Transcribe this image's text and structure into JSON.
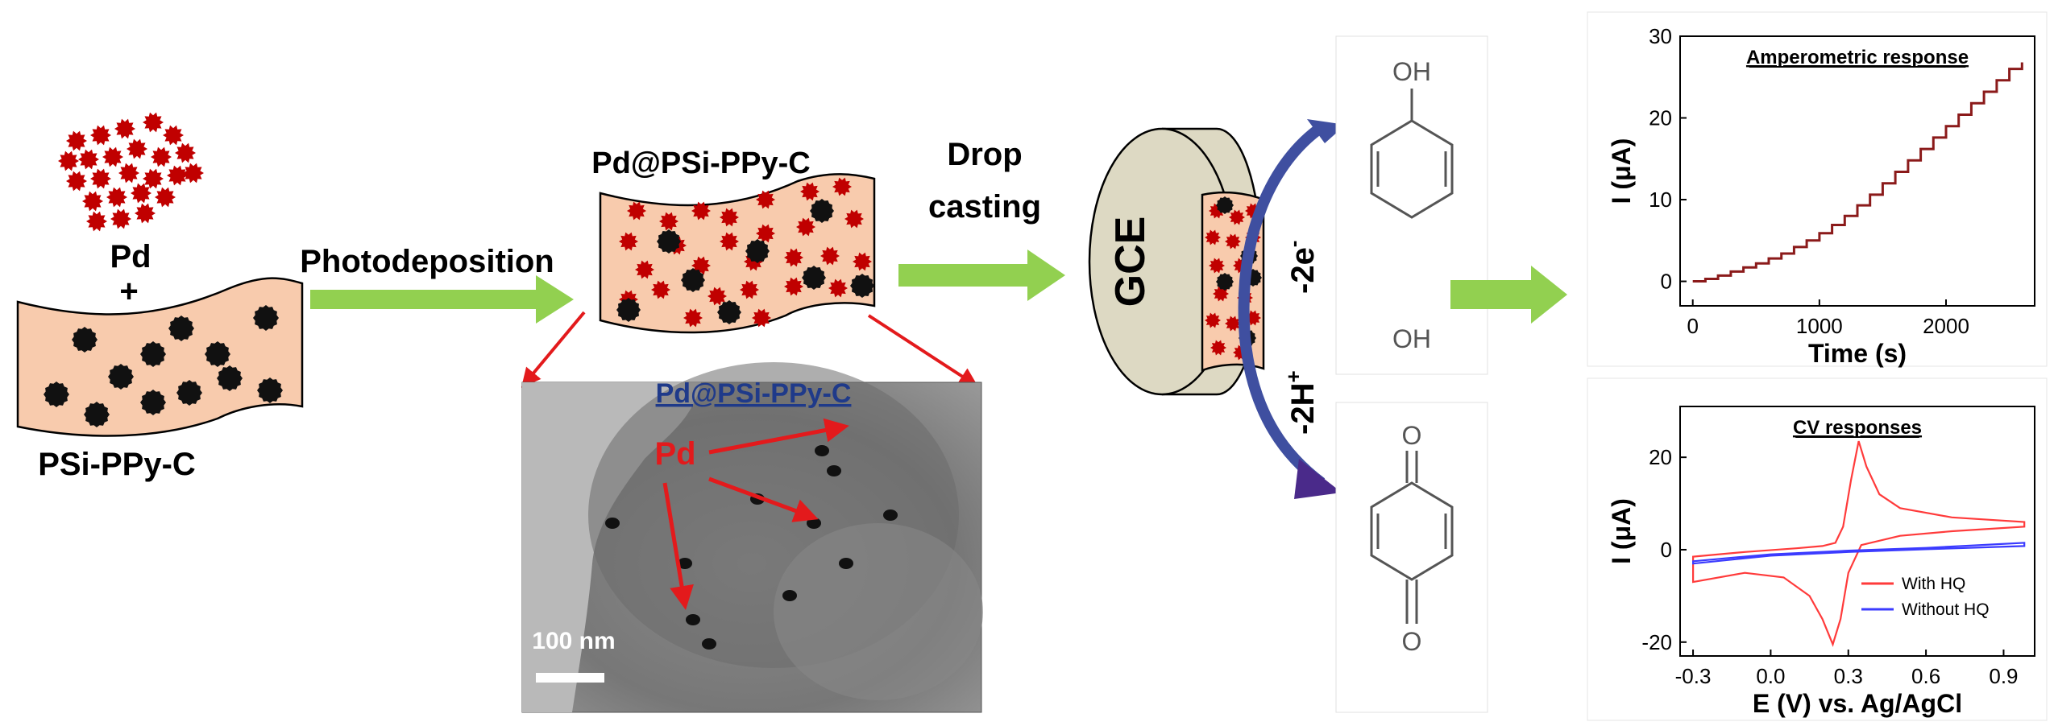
{
  "labels": {
    "pd": "Pd",
    "plus": "+",
    "psi": "PSi-PPy-C",
    "photodeposition": "Photodeposition",
    "pd_psi": "Pd@PSi-PPy-C",
    "drop": "Drop",
    "casting": "casting",
    "gce": "GCE",
    "minus_2e": "-2e",
    "e_sup": "-",
    "minus_2h": "-2H",
    "h_sup": "+",
    "oh_top": "OH",
    "oh_bottom": "OH",
    "o_top": "O",
    "o_bottom": "O"
  },
  "tem": {
    "title": "Pd@PSi-PPy-C",
    "pd_label": "Pd",
    "scale": "100 nm"
  },
  "colors": {
    "arrow_green": "#92d050",
    "pointer_red": "#e31a1c",
    "particle_red": "#c00000",
    "sheet_fill": "#f8cbad",
    "electrode": "#ddd9c3",
    "curve_dark_red": "#8b1a1a",
    "cv_red": "#ff3b3b",
    "cv_blue": "#3b3bff",
    "reaction_arrow": "#3f4fa0"
  },
  "chart_data": [
    {
      "type": "line",
      "title": "Amperometric response",
      "xlabel": "Time (s)",
      "ylabel": "I (μA)",
      "xlim": [
        -100,
        2700
      ],
      "ylim": [
        -3,
        30
      ],
      "xticks": [
        0,
        1000,
        2000
      ],
      "yticks": [
        0,
        10,
        20,
        30
      ],
      "series": [
        {
          "x": [
            0,
            100,
            200,
            300,
            400,
            500,
            600,
            700,
            800,
            900,
            1000,
            1100,
            1200,
            1300,
            1400,
            1500,
            1600,
            1700,
            1800,
            1900,
            2000,
            2100,
            2200,
            2300,
            2400,
            2500,
            2600
          ],
          "y": [
            0,
            0.3,
            0.7,
            1.2,
            1.7,
            2.2,
            2.8,
            3.4,
            4.2,
            5.0,
            5.9,
            6.9,
            8.0,
            9.3,
            10.6,
            12.0,
            13.4,
            14.8,
            16.2,
            17.6,
            19.0,
            20.4,
            21.8,
            23.2,
            24.6,
            26.0,
            26.8
          ]
        }
      ]
    },
    {
      "type": "line",
      "title": "CV responses",
      "xlabel": "E (V) vs. Ag/AgCl",
      "ylabel": "I (μA)",
      "xlim": [
        -0.35,
        1.02
      ],
      "ylim": [
        -23,
        31
      ],
      "xticks": [
        -0.3,
        0.0,
        0.3,
        0.6,
        0.9
      ],
      "xtick_labels": [
        "-0.3",
        "0.0",
        "0.3",
        "0.6",
        "0.9"
      ],
      "yticks": [
        -20,
        0,
        20
      ],
      "legend": "bottom-right",
      "series": [
        {
          "name": "With HQ",
          "x": [
            -0.3,
            -0.1,
            0.1,
            0.2,
            0.25,
            0.28,
            0.31,
            0.34,
            0.37,
            0.42,
            0.5,
            0.7,
            0.98,
            0.98,
            0.7,
            0.5,
            0.35,
            0.3,
            0.27,
            0.24,
            0.2,
            0.15,
            0.05,
            -0.1,
            -0.3
          ],
          "y": [
            -1.5,
            -0.5,
            0.3,
            0.8,
            1.5,
            5.0,
            15.0,
            23.5,
            18.0,
            12.0,
            9.0,
            7.0,
            6.0,
            5.0,
            4.0,
            3.0,
            1.0,
            -5.0,
            -15.0,
            -20.5,
            -15.0,
            -10.0,
            -6.0,
            -5.0,
            -7.0
          ]
        },
        {
          "name": "Without HQ",
          "x": [
            -0.3,
            0.0,
            0.3,
            0.6,
            0.98,
            0.98,
            0.6,
            0.3,
            0.0,
            -0.3
          ],
          "y": [
            -2.5,
            -1.0,
            -0.2,
            0.4,
            1.5,
            0.8,
            0.1,
            -0.5,
            -1.3,
            -3.0
          ]
        }
      ]
    }
  ]
}
